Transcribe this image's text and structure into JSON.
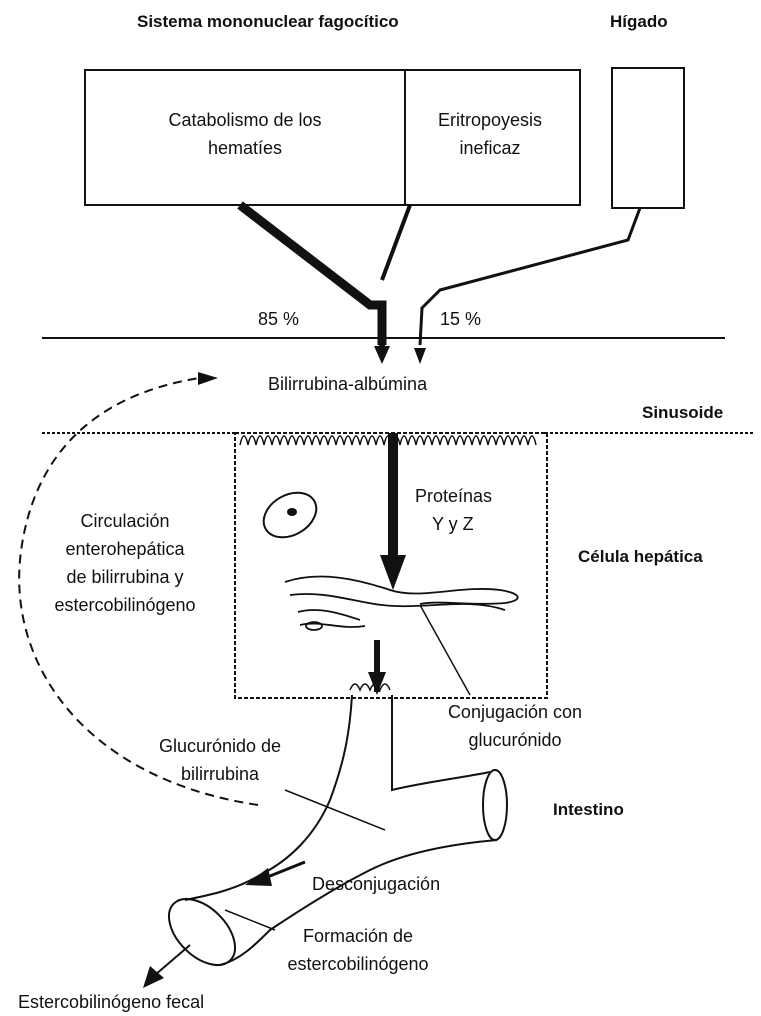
{
  "headers": {
    "system": "Sistema mononuclear fagocítico",
    "liver": "Hígado"
  },
  "sources": {
    "catabolism_line1": "Catabolismo de los",
    "catabolism_line2": "hematíes",
    "erythro_line1": "Eritropoyesis",
    "erythro_line2": "ineficaz"
  },
  "percentages": {
    "main": "85 %",
    "minor": "15 %"
  },
  "labels": {
    "bilirubin_albumin": "Bilirrubina-albúmina",
    "sinusoid": "Sinusoide",
    "proteins_line1": "Proteínas",
    "proteins_line2": "Y y Z",
    "hepatic_cell": "Célula hepática",
    "enterohepatic_line1": "Circulación",
    "enterohepatic_line2": "enterohepática",
    "enterohepatic_line3": "de bilirrubina y",
    "enterohepatic_line4": "estercobilinógeno",
    "conjugation_line1": "Conjugación con",
    "conjugation_line2": "glucurónido",
    "glucuronide_line1": "Glucurónido de",
    "glucuronide_line2": "bilirrubina",
    "intestine": "Intestino",
    "deconjugation": "Desconjugación",
    "formation_line1": "Formación de",
    "formation_line2": "estercobilinógeno",
    "fecal": "Estercobilinógeno fecal"
  }
}
